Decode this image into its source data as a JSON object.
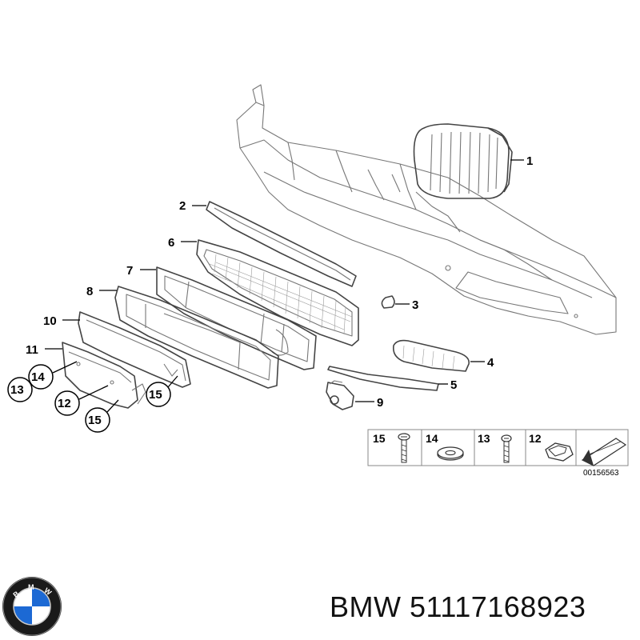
{
  "diagram": {
    "callouts": {
      "c1": "1",
      "c2": "2",
      "c3": "3",
      "c4": "4",
      "c5": "5",
      "c6": "6",
      "c7": "7",
      "c8": "8",
      "c9": "9",
      "c10": "10",
      "c11": "11",
      "c12": "12",
      "c13": "13",
      "c14": "14",
      "c15a": "15",
      "c15b": "15"
    },
    "legend": {
      "items": [
        "15",
        "14",
        "13",
        "12"
      ]
    },
    "diagram_id": "00156563"
  },
  "footer": {
    "brand": "BMW",
    "part_number": "51117168923",
    "logo_icon": "bmw-roundel-logo",
    "logo_lettering": "BMW"
  },
  "colors": {
    "line": "#444444",
    "logo_blue": "#1c69d4",
    "logo_ring": "#1a1a1a"
  }
}
